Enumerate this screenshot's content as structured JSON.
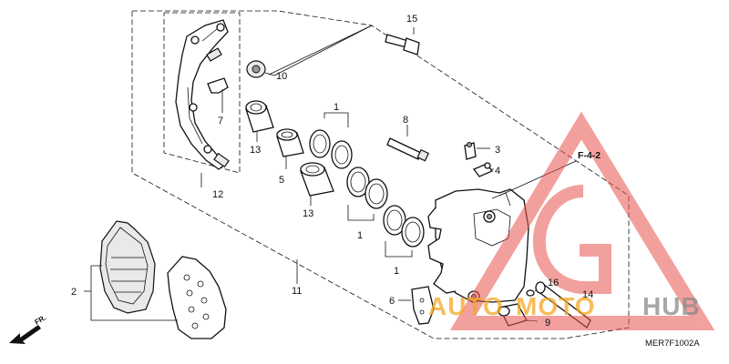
{
  "callouts": [
    {
      "id": "c1a",
      "text": "1"
    },
    {
      "id": "c1b",
      "text": "1"
    },
    {
      "id": "c1c",
      "text": "1"
    },
    {
      "id": "c2",
      "text": "2"
    },
    {
      "id": "c3",
      "text": "3"
    },
    {
      "id": "c4",
      "text": "4"
    },
    {
      "id": "c5",
      "text": "5"
    },
    {
      "id": "c6",
      "text": "6"
    },
    {
      "id": "c7",
      "text": "7"
    },
    {
      "id": "c8",
      "text": "8"
    },
    {
      "id": "c9",
      "text": "9"
    },
    {
      "id": "c10",
      "text": "10"
    },
    {
      "id": "c11",
      "text": "11"
    },
    {
      "id": "c12",
      "text": "12"
    },
    {
      "id": "c13a",
      "text": "13"
    },
    {
      "id": "c13b",
      "text": "13"
    },
    {
      "id": "c14",
      "text": "14"
    },
    {
      "id": "c15",
      "text": "15"
    },
    {
      "id": "c16",
      "text": "16"
    }
  ],
  "reference": "F-4-2",
  "diagram_code": "MER7F1002A",
  "front_marker": "FR.",
  "watermark": {
    "part1": "AUTO",
    "part2": "MOTO",
    "part3": "HUB",
    "color_orange": "#f5a623",
    "color_gray": "#8a8a8a",
    "color_red": "#e8544e"
  }
}
